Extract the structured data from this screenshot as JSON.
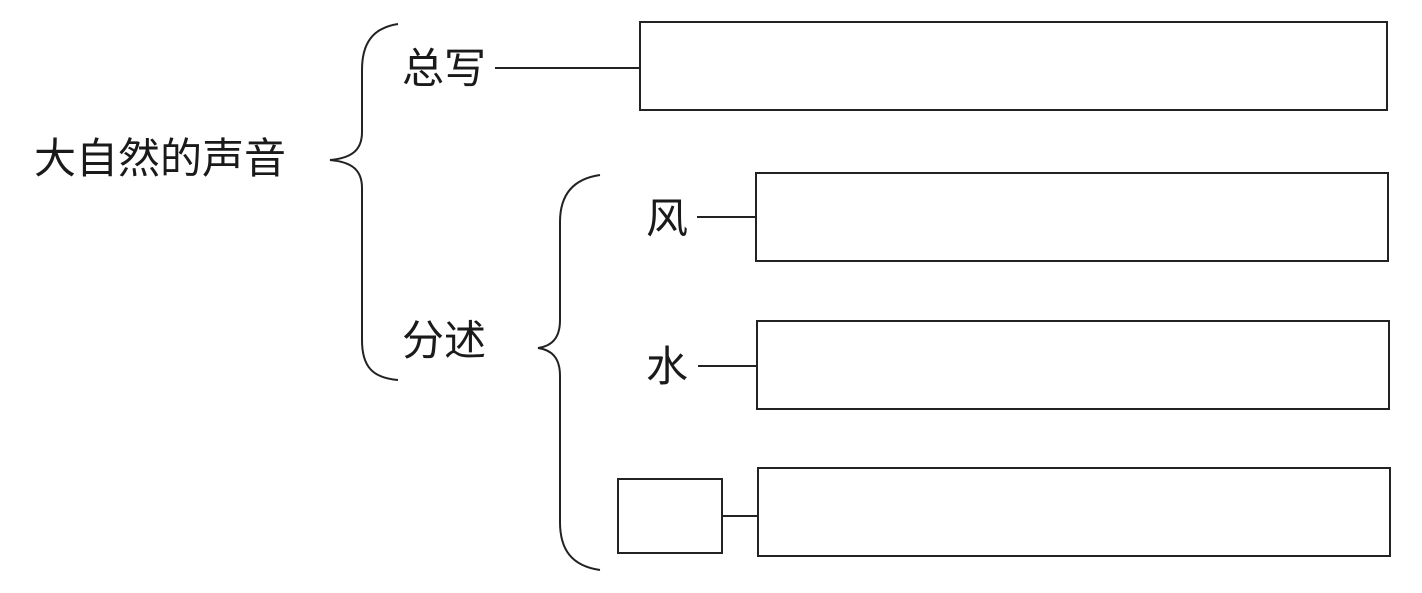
{
  "diagram": {
    "root": {
      "label": "大自然的声音",
      "children": [
        {
          "label": "总写",
          "answer": ""
        },
        {
          "label": "分述",
          "children": [
            {
              "label": "风",
              "answer": ""
            },
            {
              "label": "水",
              "answer": ""
            },
            {
              "label": "",
              "answer": ""
            }
          ]
        }
      ]
    }
  }
}
